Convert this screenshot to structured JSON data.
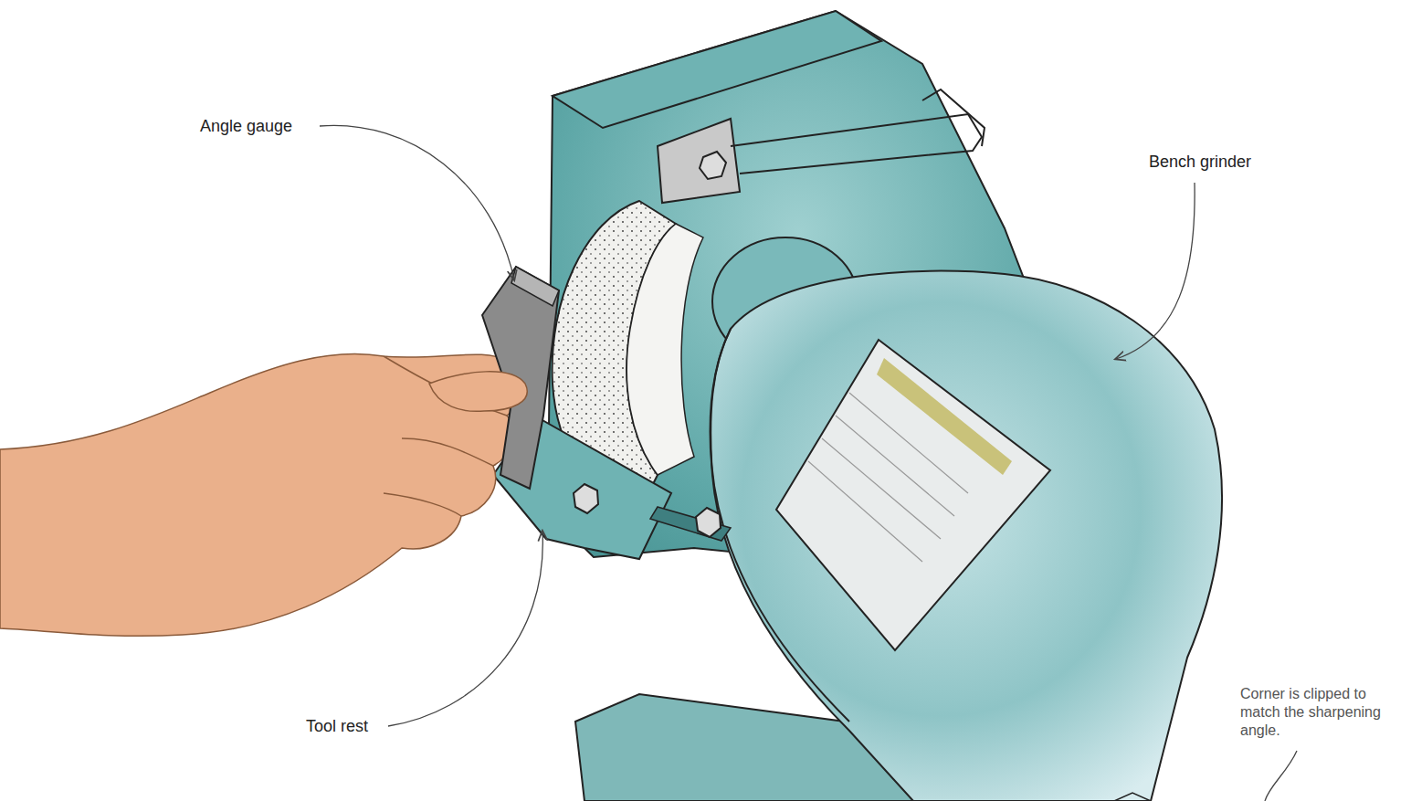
{
  "diagram": {
    "labels": [
      "Angle gauge",
      "Bench grinder",
      "Tool rest",
      "Corner is clipped to match the sharpening angle."
    ]
  }
}
